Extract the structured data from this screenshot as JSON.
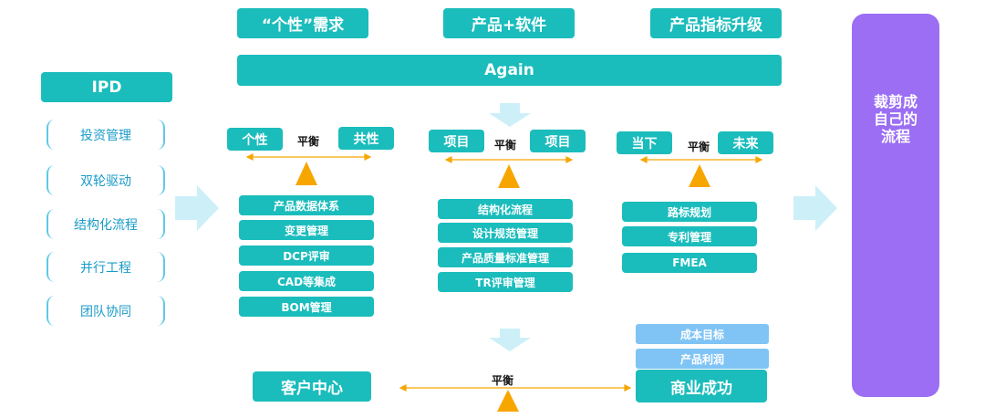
{
  "top_row": [
    "“个性”需求",
    "产品+软件",
    "产品指标升级"
  ],
  "again": "Again",
  "ipd": {
    "title": "IPD",
    "items": [
      "投资管理",
      "双轮驱动",
      "结构化流程",
      "并行工程",
      "团队协同"
    ]
  },
  "balance1": {
    "left": "个性",
    "center": "平衡",
    "right": "共性",
    "items": [
      "产品数据体系",
      "变更管理",
      "DCP评审",
      "CAD等集成",
      "BOM管理"
    ]
  },
  "balance2": {
    "left": "项目",
    "center": "平衡",
    "right": "项目",
    "items": [
      "结构化流程",
      "设计规范管理",
      "产品质量标准管理",
      "TR评审管理"
    ]
  },
  "balance3": {
    "left": "当下",
    "center": "平衡",
    "right": "未来",
    "items": [
      "路标规划",
      "专利管理",
      "FMEA"
    ]
  },
  "bottom": {
    "left": "客户中心",
    "center": "平衡",
    "right": "商业成功",
    "targets": [
      "成本目标",
      "产品利润"
    ]
  },
  "result": {
    "lines": [
      "裁剪成",
      "自己的",
      "流程"
    ]
  },
  "colors": {
    "teal": "#1bbcbc",
    "light_blue": "#7fc4f5",
    "purple": "#9b6ef3",
    "orange": "#f7a600",
    "ipd_text": "#1a9cc8"
  }
}
